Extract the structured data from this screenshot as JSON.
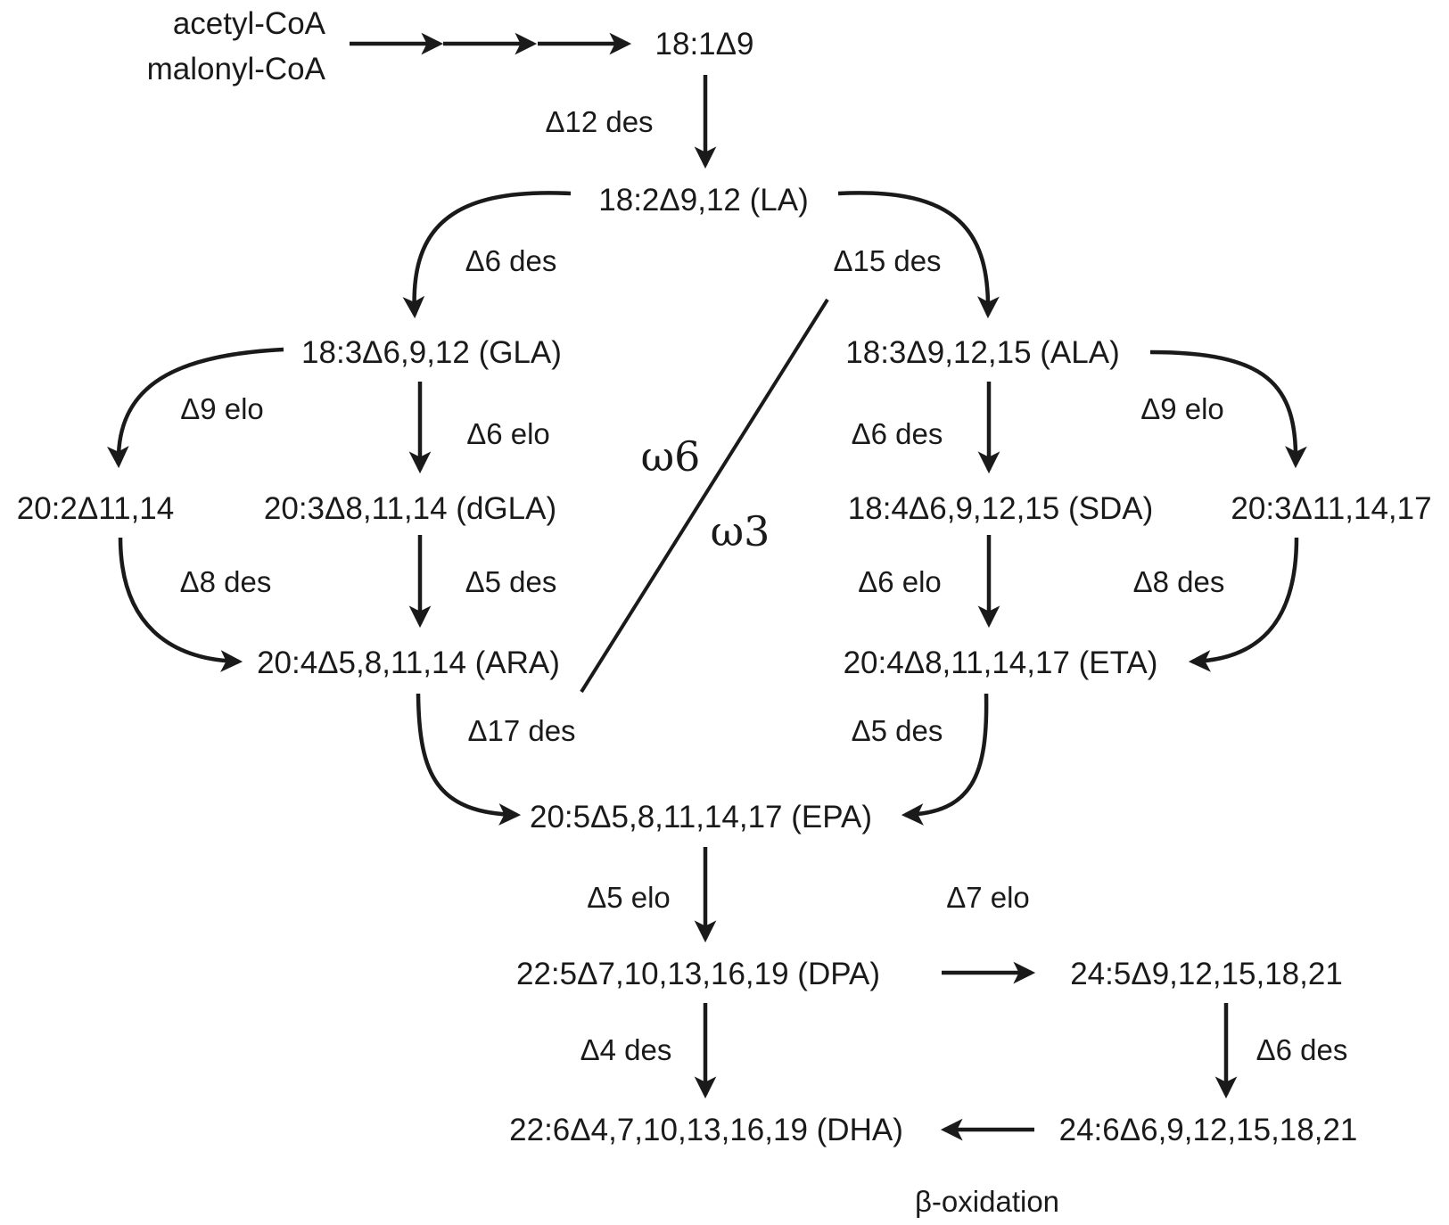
{
  "colors": {
    "ink": "#1a1a1a",
    "background": "#ffffff"
  },
  "nodes": {
    "acetyl_coa": "acetyl-CoA",
    "malonyl_coa": "malonyl-CoA",
    "oleic": "18:1Δ9",
    "la": "18:2Δ9,12 (LA)",
    "gla": "18:3Δ6,9,12 (GLA)",
    "ala": "18:3Δ9,12,15 (ALA)",
    "eda": "20:2Δ11,14",
    "dgla": "20:3Δ8,11,14 (dGLA)",
    "sda": "18:4Δ6,9,12,15 (SDA)",
    "ete": "20:3Δ11,14,17",
    "ara": "20:4Δ5,8,11,14 (ARA)",
    "eta": "20:4Δ8,11,14,17 (ETA)",
    "epa": "20:5Δ5,8,11,14,17 (EPA)",
    "dpa": "22:5Δ7,10,13,16,19 (DPA)",
    "tpa": "24:5Δ9,12,15,18,21",
    "dha": "22:6Δ4,7,10,13,16,19 (DHA)",
    "tha": "24:6Δ6,9,12,15,18,21"
  },
  "enzymes": {
    "d12_des": "Δ12 des",
    "d6_des_left": "Δ6 des",
    "d15_des": "Δ15 des",
    "d9_elo_left": "Δ9 elo",
    "d6_elo_left": "Δ6 elo",
    "d6_des_right": "Δ6 des",
    "d9_elo_right": "Δ9 elo",
    "d8_des_left": "Δ8 des",
    "d5_des_left": "Δ5 des",
    "d6_elo_right": "Δ6 elo",
    "d8_des_right": "Δ8 des",
    "d17_des": "Δ17 des",
    "d5_des_right": "Δ5 des",
    "d5_elo": "Δ5 elo",
    "d7_elo": "Δ7 elo",
    "d4_des": "Δ4 des",
    "d6_des_bottom": "Δ6 des",
    "beta_oxidation": "β-oxidation"
  },
  "divider": {
    "omega6": "ω6",
    "omega3": "ω3"
  }
}
